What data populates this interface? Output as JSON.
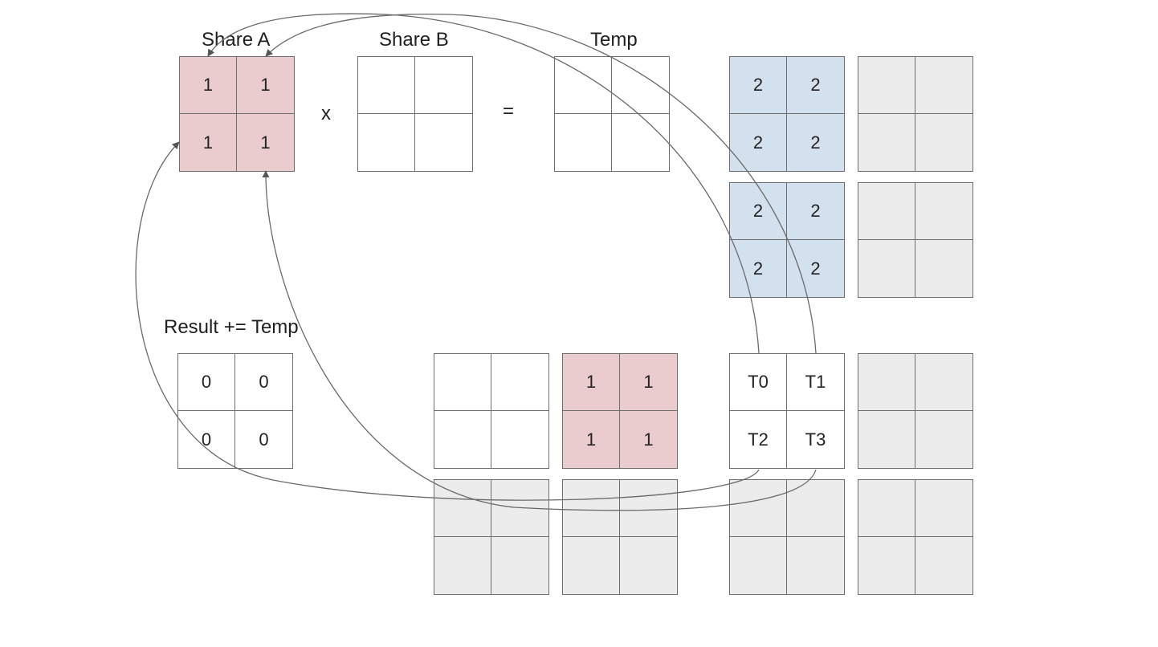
{
  "labels": {
    "share_a": "Share A",
    "share_b": "Share B",
    "temp": "Temp",
    "result": "Result += Temp",
    "times": "x",
    "equals": "="
  },
  "colors": {
    "share_fill": "#ebccce",
    "partial_fill": "#d3e0ee",
    "inactive_fill": "#ececec",
    "line": "#6e6e6e"
  },
  "grids": {
    "share_a": [
      "1",
      "1",
      "1",
      "1"
    ],
    "share_b": [
      "",
      "",
      "",
      ""
    ],
    "temp": [
      "",
      "",
      "",
      ""
    ],
    "blue_top": [
      "2",
      "2",
      "2",
      "2"
    ],
    "blue_bottom": [
      "2",
      "2",
      "2",
      "2"
    ],
    "result": [
      "0",
      "0",
      "0",
      "0"
    ],
    "mid_white": [
      "",
      "",
      "",
      ""
    ],
    "mid_pink": [
      "1",
      "1",
      "1",
      "1"
    ],
    "threads": [
      "T0",
      "T1",
      "T2",
      "T3"
    ]
  }
}
